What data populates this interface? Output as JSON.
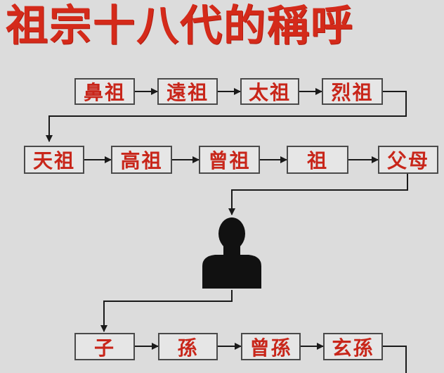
{
  "title": "祖宗十八代的稱呼",
  "rows": {
    "row1": [
      "鼻祖",
      "遠祖",
      "太祖",
      "烈祖"
    ],
    "row2": [
      "天祖",
      "高祖",
      "曾祖",
      "祖",
      "父母"
    ],
    "row3": [
      "子",
      "孫",
      "曾孫",
      "玄孫"
    ]
  },
  "colors": {
    "title": "#d42a1a",
    "node_text": "#c8261a",
    "lines": "#1a1a1a",
    "background": "#dcdcdc"
  },
  "icons": {
    "self": "person-silhouette-icon"
  }
}
